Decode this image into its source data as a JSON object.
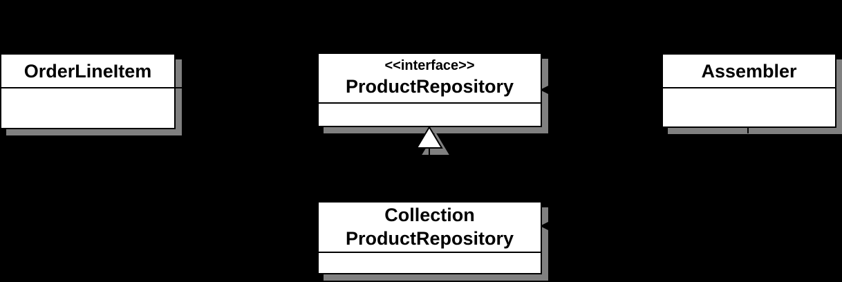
{
  "classes": [
    {
      "id": "order-line-item",
      "name": "OrderLineItem"
    },
    {
      "id": "product-repository",
      "stereotype": "<<interface>>",
      "name": "ProductRepository"
    },
    {
      "id": "assembler",
      "name": "Assembler"
    },
    {
      "id": "collection-product-repository",
      "name_line1": "Collection",
      "name_line2": "ProductRepository"
    }
  ],
  "relationships": [
    {
      "type": "realization",
      "from": "CollectionProductRepository",
      "to": "ProductRepository",
      "marker": "hollow-triangle-up"
    },
    {
      "type": "association",
      "from": "OrderLineItem",
      "to": "ProductRepository"
    },
    {
      "type": "directed-association",
      "from": "Assembler",
      "to": "ProductRepository",
      "marker": "filled-arrow-left"
    },
    {
      "type": "dashed-dependency",
      "from": "Assembler",
      "to": "CollectionProductRepository",
      "marker": "filled-arrow-left"
    }
  ],
  "colors": {
    "background": "#000000",
    "box_fill": "#ffffff",
    "stroke": "#000000",
    "shadow": "#808080",
    "text": "#000000"
  }
}
